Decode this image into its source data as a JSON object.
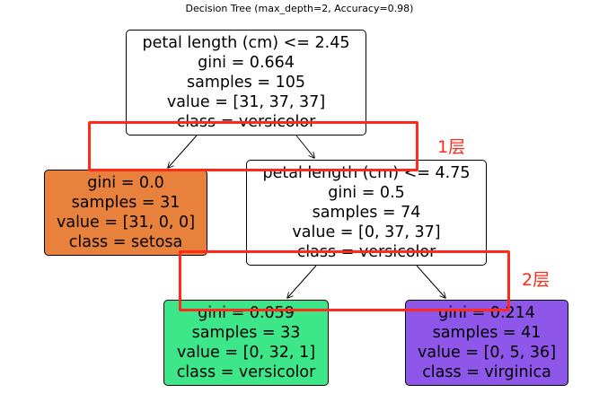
{
  "title": "Decision Tree (max_depth=2, Accuracy=0.98)",
  "nodes": [
    {
      "id": "root",
      "lines": [
        "petal length (cm) <= 2.45",
        "gini = 0.664",
        "samples = 105",
        "value = [31, 37, 37]",
        "class = versicolor"
      ],
      "fill": "#ffffff"
    },
    {
      "id": "left",
      "lines": [
        "gini = 0.0",
        "samples = 31",
        "value = [31, 0, 0]",
        "class = setosa"
      ],
      "fill": "#e8813b"
    },
    {
      "id": "right",
      "lines": [
        "petal length (cm) <= 4.75",
        "gini = 0.5",
        "samples = 74",
        "value = [0, 37, 37]",
        "class = versicolor"
      ],
      "fill": "#ffffff"
    },
    {
      "id": "right-left",
      "lines": [
        "gini = 0.059",
        "samples = 33",
        "value = [0, 32, 1]",
        "class = versicolor"
      ],
      "fill": "#3ee68a"
    },
    {
      "id": "right-right",
      "lines": [
        "gini = 0.214",
        "samples = 41",
        "value = [0, 5, 36]",
        "class = virginica"
      ],
      "fill": "#8e56e9"
    }
  ],
  "annotations": [
    {
      "label": "1层",
      "color": "#ff2a1a"
    },
    {
      "label": "2层",
      "color": "#ff2a1a"
    }
  ]
}
